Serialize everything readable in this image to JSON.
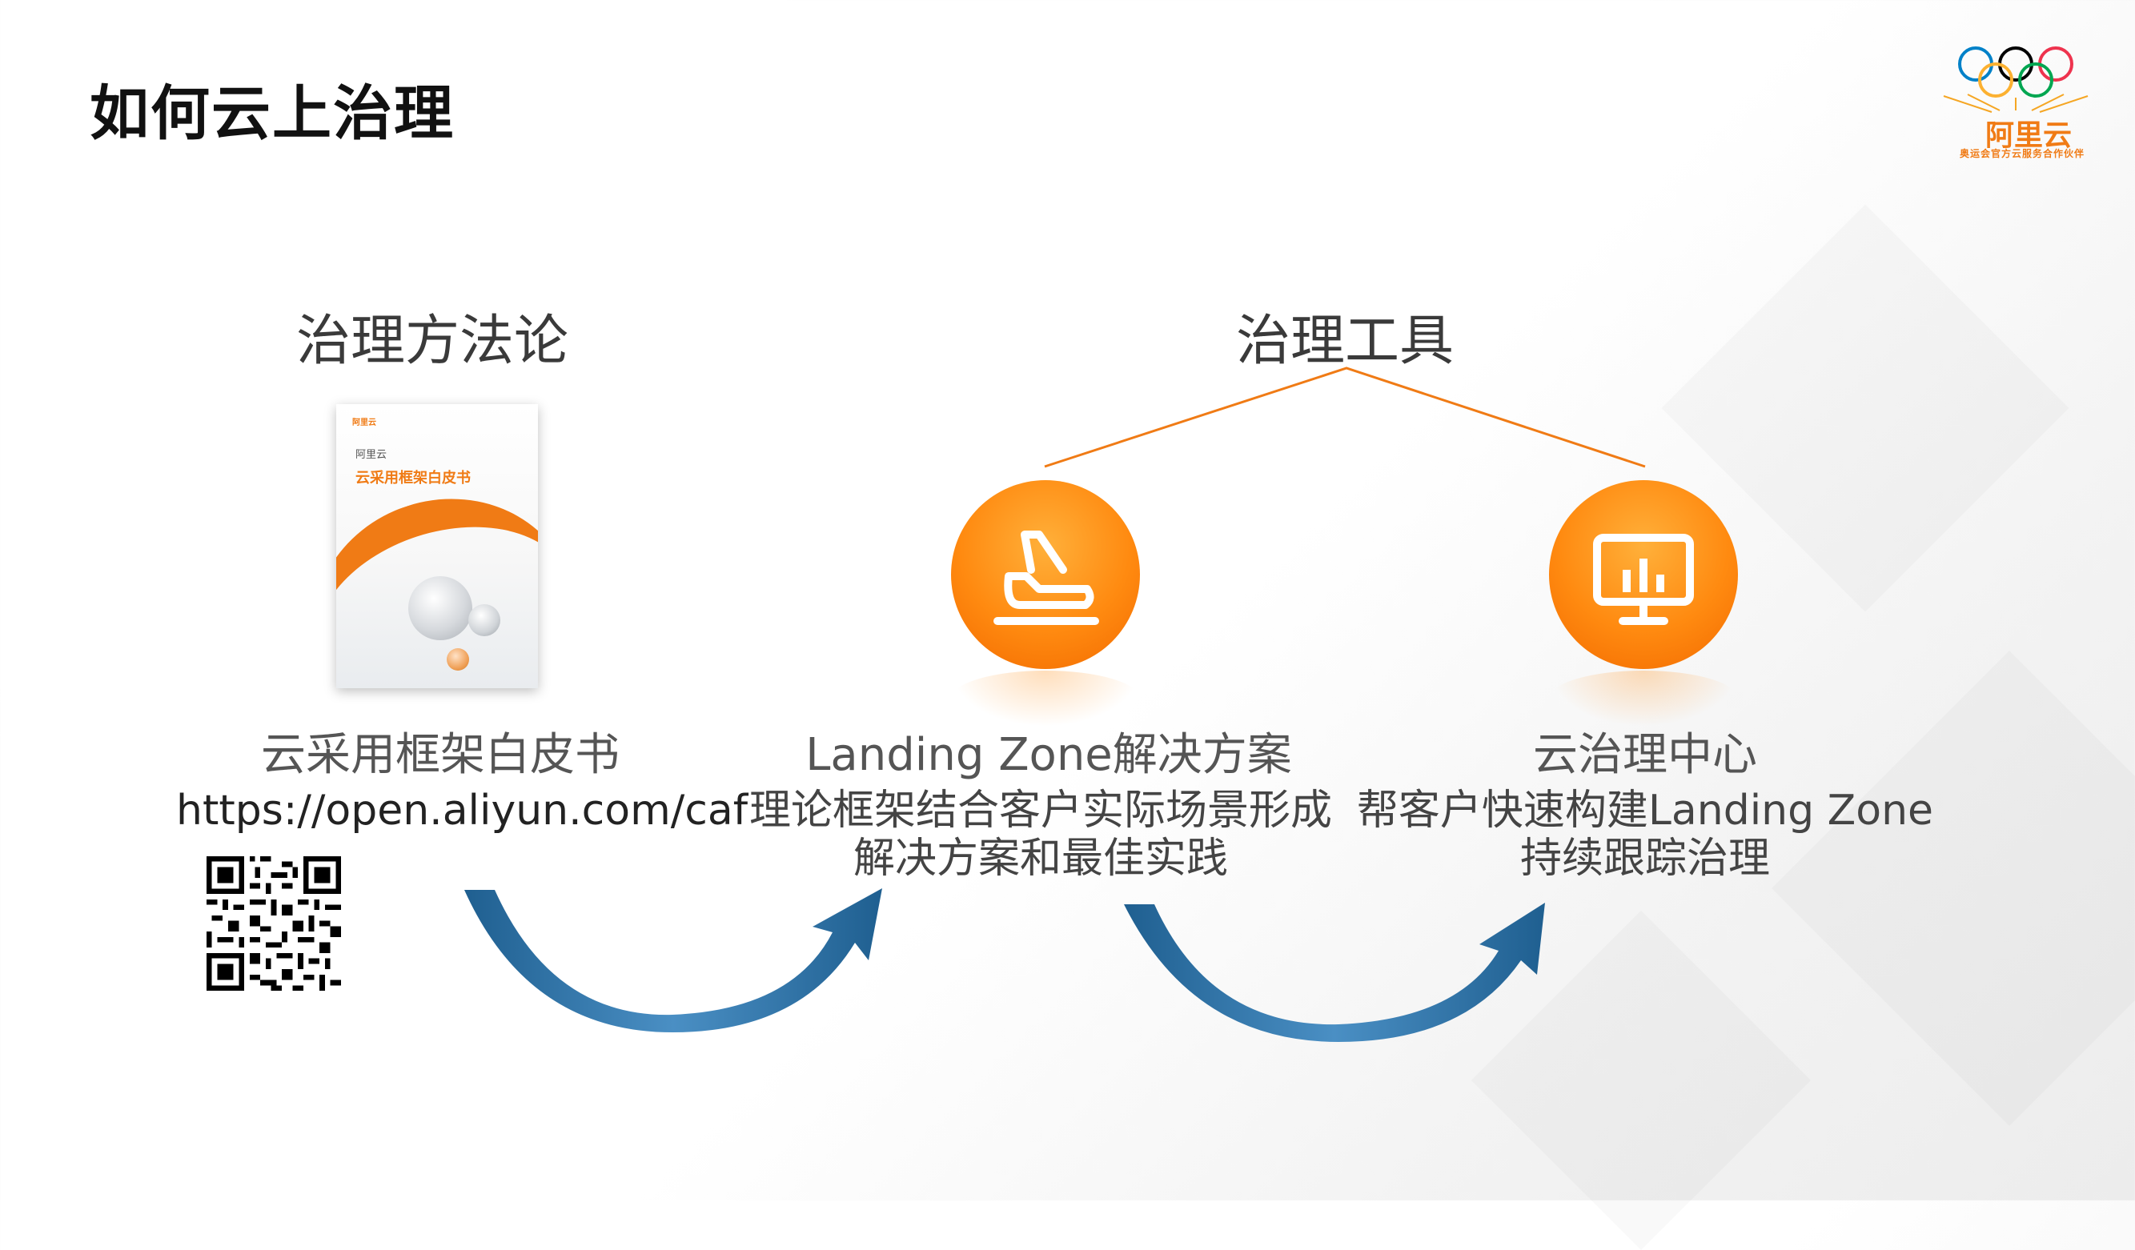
{
  "page": {
    "title": "如何云上治理"
  },
  "logo": {
    "brand": "阿里云",
    "tagline": "奥运会官方云服务合作伙伴"
  },
  "left_section": {
    "title": "治理方法论",
    "book": {
      "brand": "阿里云",
      "cover_title": "云采用框架白皮书"
    },
    "item_title": "云采用框架白皮书",
    "url": "https://open.aliyun.com/caf"
  },
  "right_section": {
    "title": "治理工具",
    "tools": [
      {
        "name": "Landing Zone解决方案",
        "desc_line1": "理论框架结合客户实际场景形成",
        "desc_line2": "解决方案和最佳实践",
        "icon": "airplane-takeoff-icon"
      },
      {
        "name": "云治理中心",
        "desc_line1": "帮客户快速构建Landing Zone",
        "desc_line2": "持续跟踪治理",
        "icon": "monitor-chart-icon"
      }
    ]
  },
  "colors": {
    "accent": "#f07b15",
    "orange_circle": "#ff8a10",
    "arrow_blue": "#2a6d9e",
    "title": "#111111"
  }
}
